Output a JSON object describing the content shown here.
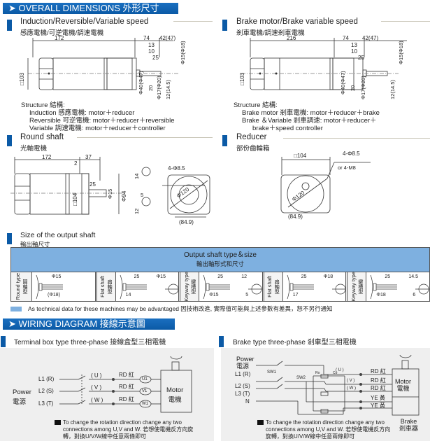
{
  "colors": {
    "brand": "#0b5aa6",
    "table_header": "#7eb0e0",
    "panel": "#efefef"
  },
  "overall": {
    "banner": "➤ OVERALL DIMENSIONS 外形尺寸",
    "left": {
      "title": "Induction/Reversible/Variable speed",
      "subtitle": "感應電機/可逆電機/調速電機",
      "dims": {
        "len": "172",
        "gear": "74",
        "shaft": "42(47)",
        "d13": "13",
        "d10": "10",
        "d25": "25",
        "d15": "Φ15(Φ18)",
        "sq": "□103",
        "d40": "Φ40(Φ47)",
        "d20": "20",
        "d17": "Φ17(Φ20)",
        "d12": "12(14.5)"
      },
      "structure_title": "Structure 結構:",
      "structure": [
        "Induction 感應電機: motor＋reducer",
        "Reversible 可逆電機: motor＋reducer＋reversible",
        "Variable 調速電機: motor＋reducer＋controller"
      ]
    },
    "right": {
      "title": "Brake motor/Brake variable speed",
      "subtitle": "剎車電機/調速剎車電機",
      "dims": {
        "len": "216",
        "gear": "74",
        "shaft": "42(47)",
        "d13": "13",
        "d10": "10",
        "d25": "25",
        "d15": "Φ15(Φ18)",
        "sq": "□103",
        "d40": "Φ40(Φ47)",
        "d20": "20",
        "d17": "Φ17(Φ20)",
        "d12": "12(14.5)"
      },
      "structure_title": "Structure 結構:",
      "structure": [
        "Brake motor 剎車電機: motor＋reducer＋brake",
        "Brake ＆Variable 剎車調速: motor＋reducer＋",
        "brake＋speed controller"
      ]
    }
  },
  "round_shaft": {
    "title": "Round shaft",
    "subtitle": "光軸電機",
    "dims": {
      "len": "172",
      "d37": "37",
      "d2": "2",
      "d25": "25",
      "d15": "Φ15",
      "sq": "□104",
      "d94": "Φ94",
      "d14": "14",
      "d5": "5",
      "d12": "12",
      "holes": "4-Φ8.5",
      "d120": "Φ120",
      "d849": "(84.9)"
    }
  },
  "reducer": {
    "title": "Reducer",
    "subtitle": "部份齒輪箱",
    "dims": {
      "sq": "□104",
      "holes": "4-Φ8.5",
      "alt": "or 4-M8",
      "d120": "Φ120",
      "d849": "(84.9)"
    }
  },
  "output_shaft": {
    "title": "Size of the output shaft",
    "subtitle": "輸出軸尺寸",
    "table_title": "Output shaft type＆size",
    "table_subtitle": "輸出軸形式和尺寸",
    "types": [
      {
        "en": "Round type",
        "zh": "圓軸型",
        "dims": [
          "Φ15",
          "(Φ18)"
        ]
      },
      {
        "en": "Flat shaft",
        "zh": "扁軸型",
        "dims": [
          "25",
          "14",
          "Φ15"
        ]
      },
      {
        "en": "Keyway type",
        "zh": "鍵槽型",
        "dims": [
          "25",
          "Φ15",
          "12",
          "5"
        ]
      },
      {
        "en": "Flat shaft",
        "zh": "扁軸型",
        "dims": [
          "25",
          "17",
          "Φ18"
        ]
      },
      {
        "en": "Keyway type",
        "zh": "鍵槽型",
        "dims": [
          "25",
          "Φ18",
          "14.5",
          "6"
        ]
      }
    ]
  },
  "disclaimer": "As technical data for these machines may be advantaged 因技術改進, 實際值可能與上述參數有差異，恕不另行通知",
  "wiring": {
    "banner": "➤ WIRING DIAGRAM 接線示意圖",
    "terminal": {
      "title": "Terminal box type three-phase 接線盒型三相電機",
      "power": "Power",
      "power_zh": "電源",
      "lines": [
        "L1 (R)",
        "L2 (S)",
        "L3 (T)"
      ],
      "phases": [
        "( U )",
        "( V )",
        "( W )"
      ],
      "colors": [
        "RD 紅",
        "RD 紅",
        "RD 紅"
      ],
      "terminals": [
        "U1",
        "V1",
        "W1"
      ],
      "motor": "Motor",
      "motor_zh": "電機",
      "note": "To change the rotation direction change any two connections among U,V and W. 若想使電機反方向旋轉，對換U/V/W線中任意兩條即可"
    },
    "brake": {
      "title": "Brake type three-phase 剎車型三相電機",
      "power": "Power",
      "power_zh": "電源",
      "lines": [
        "L1 (R)",
        "L2 (S)",
        "L3 (T)",
        "N"
      ],
      "sw1": "SW1",
      "sw2": "SW2",
      "phases": [
        "( U )",
        "( V )",
        "( W )"
      ],
      "r": "Ro",
      "c": "Co",
      "colors": [
        "RD 紅",
        "RD 紅",
        "RD 紅",
        "YE 黃",
        "YE 黃"
      ],
      "motor": "Motor",
      "motor_zh": "電機",
      "brake": "Brake",
      "brake_zh": "剎車器",
      "note": "To change the rotation direction change any two connections among U,V and W. 若想使電機反方向旋轉，對換U/V/W線中任意兩條即可"
    }
  }
}
